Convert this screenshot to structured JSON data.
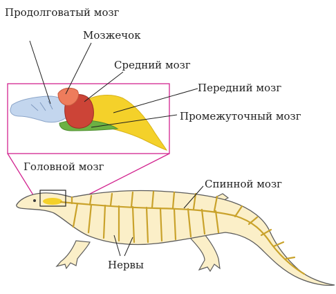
{
  "labels": {
    "medulla": "Продолговатый мозг",
    "cerebellum": "Мозжечок",
    "midbrain": "Средний мозг",
    "forebrain": "Передний мозг",
    "diencephalon": "Промежуточный мозг",
    "brain": "Головной мозг",
    "spinal_cord": "Спинной мозг",
    "nerves": "Нервы"
  },
  "colors": {
    "frame": "#d2238f",
    "medulla": "#c3d6ee",
    "cerebellum": "#ee7c5c",
    "midbrain": "#cc4437",
    "forebrain": "#f4d12a",
    "diencephalon": "#6cb143",
    "lizard_body": "#fbefc8",
    "lizard_outline": "#5b5b5b",
    "nerves": "#c9a22b"
  }
}
